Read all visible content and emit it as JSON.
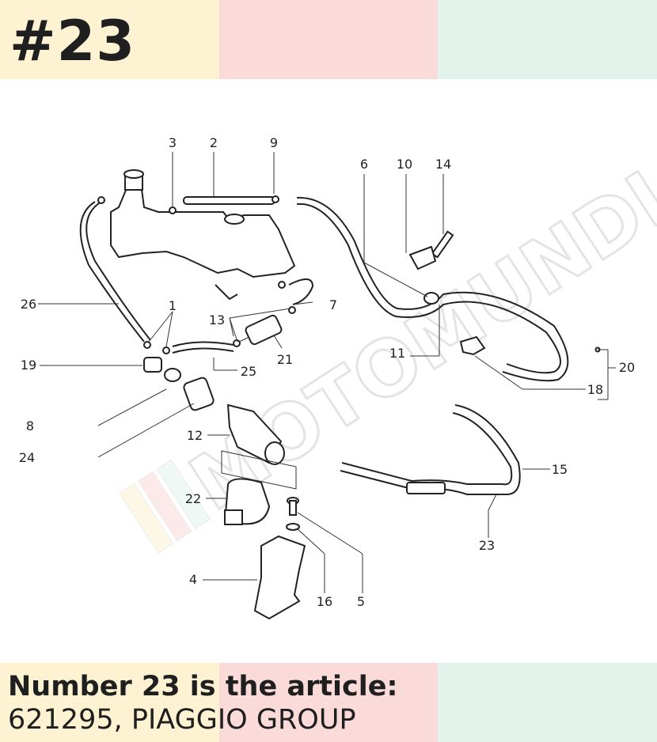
{
  "header": {
    "number": "#23",
    "colors": [
      "#fdf3d3",
      "#fbdada",
      "#e2f3ec"
    ]
  },
  "footer": {
    "line1": "Number 23 is the article:",
    "line2": "621295, PIAGGIO GROUP",
    "colors": [
      "#fdf3d3",
      "#fbdada",
      "#e2f3ec"
    ]
  },
  "watermark": {
    "text": "MOTOMUNDIA",
    "colors": [
      "#fdf3d3",
      "#fbdada",
      "#e2f3ec"
    ]
  },
  "callouts": [
    "1",
    "2",
    "3",
    "4",
    "5",
    "6",
    "7",
    "8",
    "9",
    "10",
    "11",
    "12",
    "13",
    "14",
    "15",
    "16",
    "18",
    "19",
    "20",
    "21",
    "22",
    "23",
    "24",
    "25",
    "26"
  ]
}
